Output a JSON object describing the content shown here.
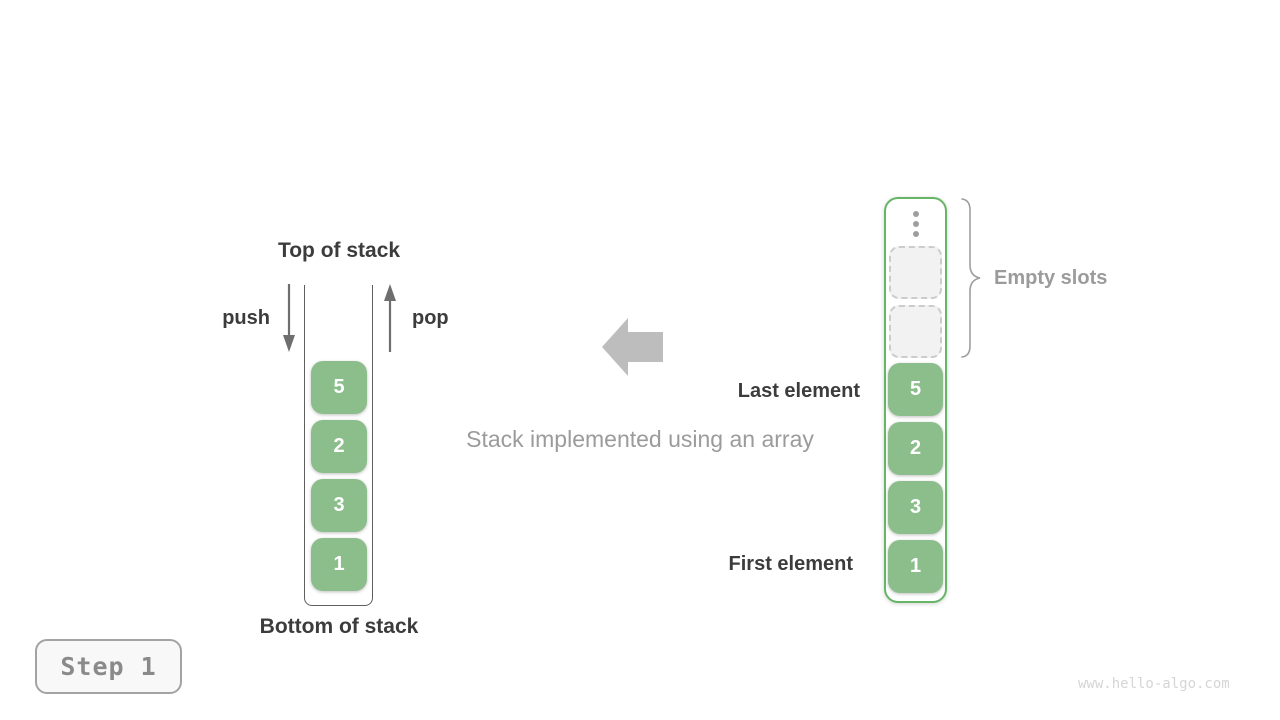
{
  "diagram": {
    "title_hint": "Stack implemented using an array",
    "left_stack": {
      "top_label": "Top of stack",
      "push_label": "push",
      "pop_label": "pop",
      "bottom_label": "Bottom of stack",
      "items": [
        "5",
        "2",
        "3",
        "1"
      ]
    },
    "center": {
      "caption": "Stack implemented using an array"
    },
    "array_view": {
      "empty_slots_label": "Empty slots",
      "last_element_label": "Last element",
      "first_element_label": "First element",
      "empty_slot_count": 2,
      "items": [
        "5",
        "2",
        "3",
        "1"
      ]
    },
    "footer": {
      "step_label": "Step 1",
      "watermark": "www.hello-algo.com"
    },
    "colors": {
      "element_green": "#8cbe8c",
      "array_border_green": "#67b567",
      "dark_text": "#3c3c3c",
      "muted_text": "#9b9b9b",
      "block_arrow_gray": "#bdbdbd",
      "wall_gray": "#5f5f5f",
      "empty_slot_fill": "#f2f2f2"
    }
  }
}
